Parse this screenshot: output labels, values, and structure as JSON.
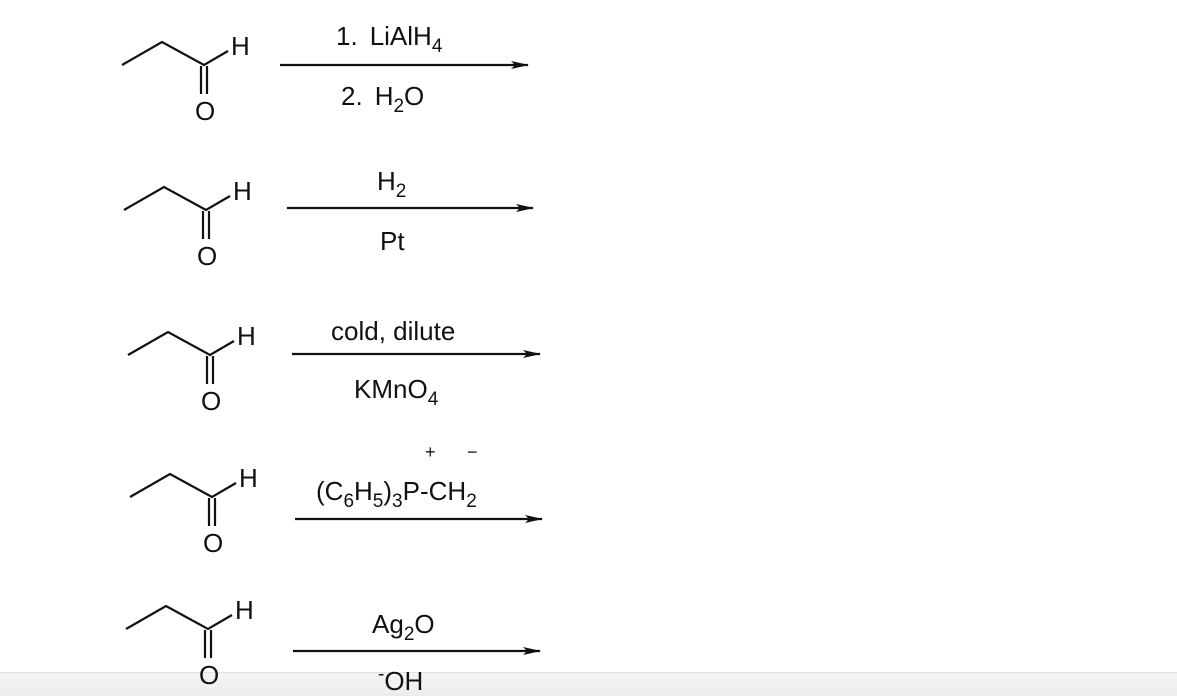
{
  "molecule": {
    "h_label": "H",
    "o_label": "O"
  },
  "reactions": [
    {
      "above": {
        "num": "1.",
        "text": "LiAlH",
        "sub": "4"
      },
      "below": {
        "num": "2.",
        "a": "H",
        "sub": "2",
        "b": "O"
      }
    },
    {
      "above": {
        "a": "H",
        "sub": "2"
      },
      "below": {
        "text": "Pt"
      }
    },
    {
      "above": {
        "text": "cold, dilute"
      },
      "below": {
        "a": "KMnO",
        "sub": "4"
      }
    },
    {
      "charges": {
        "plus": "+",
        "minus": "−"
      },
      "above": {
        "a": "(C",
        "s1": "6",
        "b": "H",
        "s2": "5",
        "c": ")",
        "s3": "3",
        "d": "P-CH",
        "s4": "2"
      }
    },
    {
      "above": {
        "a": "Ag",
        "sub": "2",
        "b": "O"
      },
      "below": {
        "sup": "-",
        "text": "OH"
      }
    }
  ],
  "colors": {
    "ink": "#111111",
    "bottom_bar": "#f0f0f0"
  }
}
